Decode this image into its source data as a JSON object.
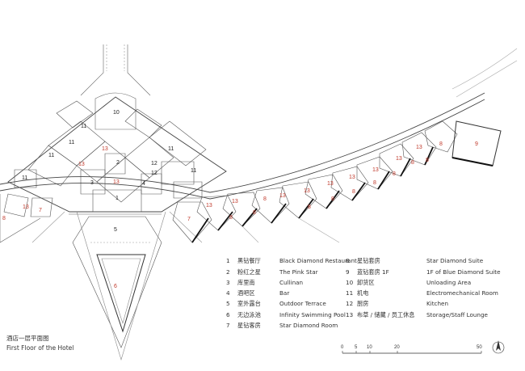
{
  "rooms": [
    {
      "id": "r10",
      "label": "10"
    },
    {
      "id": "r11a",
      "label": "11"
    },
    {
      "id": "r11b",
      "label": "11"
    },
    {
      "id": "r11c",
      "label": "11"
    },
    {
      "id": "r11d",
      "label": "11"
    },
    {
      "id": "r11e",
      "label": "11"
    },
    {
      "id": "r11f",
      "label": "11"
    },
    {
      "id": "r12a",
      "label": "12"
    },
    {
      "id": "r12b",
      "label": "12"
    },
    {
      "id": "r13a",
      "label": "13"
    },
    {
      "id": "r13b",
      "label": "13"
    },
    {
      "id": "r13c",
      "label": "13"
    },
    {
      "id": "r13d",
      "label": "13"
    },
    {
      "id": "r13e",
      "label": "13"
    },
    {
      "id": "r13f",
      "label": "13"
    },
    {
      "id": "r13g",
      "label": "13"
    },
    {
      "id": "r13h",
      "label": "13"
    },
    {
      "id": "r13i",
      "label": "13"
    },
    {
      "id": "r13j",
      "label": "13"
    },
    {
      "id": "r13k",
      "label": "13"
    },
    {
      "id": "r13l",
      "label": "13"
    },
    {
      "id": "r13m",
      "label": "13"
    },
    {
      "id": "r2",
      "label": "2"
    },
    {
      "id": "r3",
      "label": "3"
    },
    {
      "id": "r1",
      "label": "1"
    },
    {
      "id": "r4",
      "label": "4"
    },
    {
      "id": "r5",
      "label": "5"
    },
    {
      "id": "r6",
      "label": "6"
    },
    {
      "id": "r7a",
      "label": "7"
    },
    {
      "id": "r7b",
      "label": "7"
    },
    {
      "id": "r8a",
      "label": "8"
    },
    {
      "id": "r8b",
      "label": "8"
    },
    {
      "id": "r8c",
      "label": "8"
    },
    {
      "id": "r8d",
      "label": "8"
    },
    {
      "id": "r8e",
      "label": "8"
    },
    {
      "id": "r8f",
      "label": "8"
    },
    {
      "id": "r8g",
      "label": "8"
    },
    {
      "id": "r8h",
      "label": "8"
    },
    {
      "id": "r8i",
      "label": "8"
    },
    {
      "id": "r8j",
      "label": "8"
    },
    {
      "id": "r8k",
      "label": "8"
    },
    {
      "id": "r9",
      "label": "9"
    },
    {
      "id": "rLeft",
      "label": "8"
    }
  ],
  "legend": {
    "col1": [
      {
        "n": "1",
        "zh": "黑钻餐厅",
        "en": "Black Diamond Restaurant"
      },
      {
        "n": "2",
        "zh": "粉红之星",
        "en": "The Pink Star"
      },
      {
        "n": "3",
        "zh": "库里南",
        "en": "Cullinan"
      },
      {
        "n": "4",
        "zh": "酒吧区",
        "en": "Bar"
      },
      {
        "n": "5",
        "zh": "室外露台",
        "en": "Outdoor Terrace"
      },
      {
        "n": "6",
        "zh": "无边泳池",
        "en": "Infinity Swimming Pool"
      },
      {
        "n": "7",
        "zh": "星钻客房",
        "en": "Star Diamond Room"
      }
    ],
    "col2": [
      {
        "n": "8",
        "zh": "星钻套房",
        "en": "Star Diamond Suite"
      },
      {
        "n": "9",
        "zh": "蓝钻套房 1F",
        "en": "1F of Blue Diamond Suite"
      },
      {
        "n": "10",
        "zh": "卸货区",
        "en": "Unloading Area"
      },
      {
        "n": "11",
        "zh": "机电",
        "en": "Electromechanical Room"
      },
      {
        "n": "12",
        "zh": "厨房",
        "en": "Kitchen"
      },
      {
        "n": "13",
        "zh": "布草 / 储藏 / 员工休息",
        "en": "Storage/Staff Lounge"
      }
    ]
  },
  "title": {
    "zh": "酒店一层平面图",
    "en": "First Floor of the Hotel"
  },
  "scale_bar": {
    "ticks": [
      "0",
      "5",
      "10",
      "20",
      "50"
    ]
  }
}
